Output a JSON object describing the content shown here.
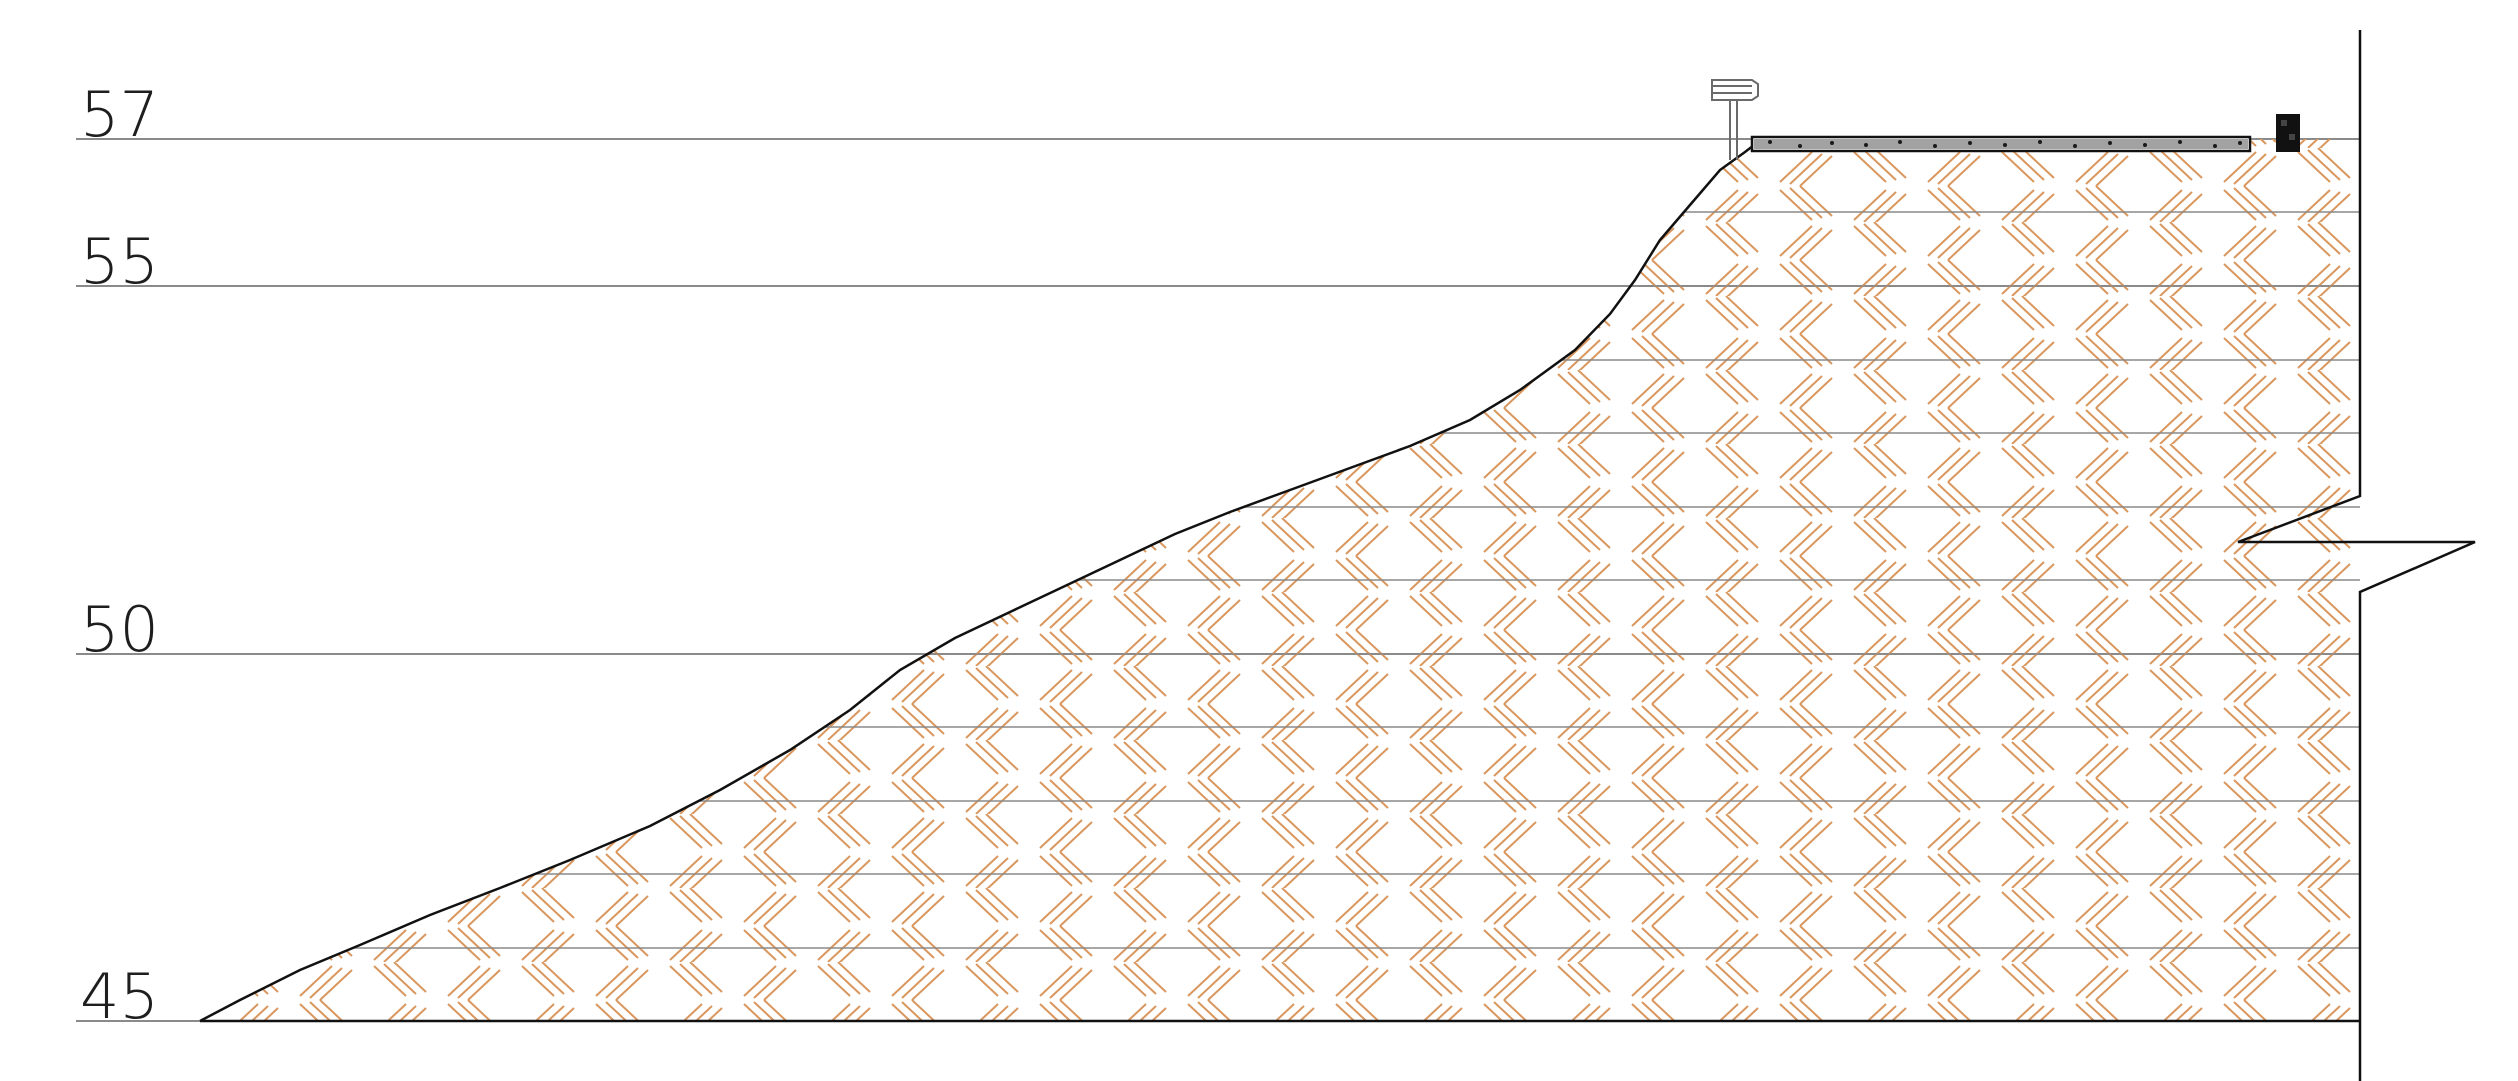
{
  "section": {
    "elevation_labels": [
      "57",
      "55",
      "50",
      "45"
    ],
    "colors": {
      "soil_hatch": "#d9975e",
      "grid_line": "#8a8a8a",
      "outline": "#111111",
      "pavement": "#3a3a3a"
    },
    "icons": [
      "road-sign-icon",
      "curb-icon",
      "break-line-icon"
    ]
  }
}
